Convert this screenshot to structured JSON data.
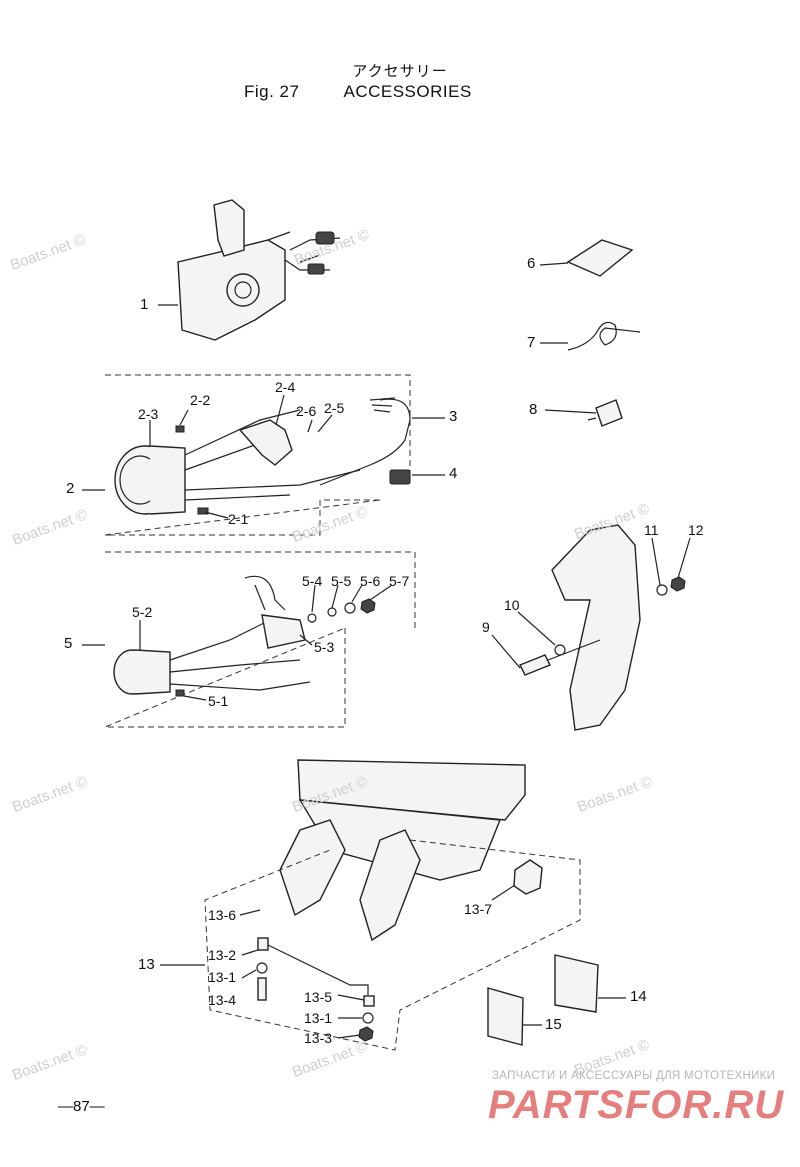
{
  "header": {
    "title_jp": "アクセサリー",
    "fig_label": "Fig. 27",
    "title_en": "ACCESSORIES"
  },
  "callouts": {
    "c1": "1",
    "c2": "2",
    "c2_1": "2-1",
    "c2_2": "2-2",
    "c2_3": "2-3",
    "c2_4": "2-4",
    "c2_5": "2-5",
    "c2_6": "2-6",
    "c3": "3",
    "c4": "4",
    "c5": "5",
    "c5_1": "5-1",
    "c5_2": "5-2",
    "c5_3": "5-3",
    "c5_4": "5-4",
    "c5_5": "5-5",
    "c5_6": "5-6",
    "c5_7": "5-7",
    "c6": "6",
    "c7": "7",
    "c8": "8",
    "c9": "9",
    "c10": "10",
    "c11": "11",
    "c12": "12",
    "c13": "13",
    "c13_1a": "13-1",
    "c13_1b": "13-1",
    "c13_2": "13-2",
    "c13_3": "13-3",
    "c13_4": "13-4",
    "c13_5": "13-5",
    "c13_6": "13-6",
    "c13_7": "13-7",
    "c14": "14",
    "c15": "15"
  },
  "watermark": "Boats.net ©",
  "footer": {
    "page_number": "—87—",
    "brand_tagline": "ЗАПЧАСТИ И АКСЕССУАРЫ ДЛЯ МОТОТЕХНИКИ",
    "brand_logo": "PARTSFOR.RU"
  }
}
